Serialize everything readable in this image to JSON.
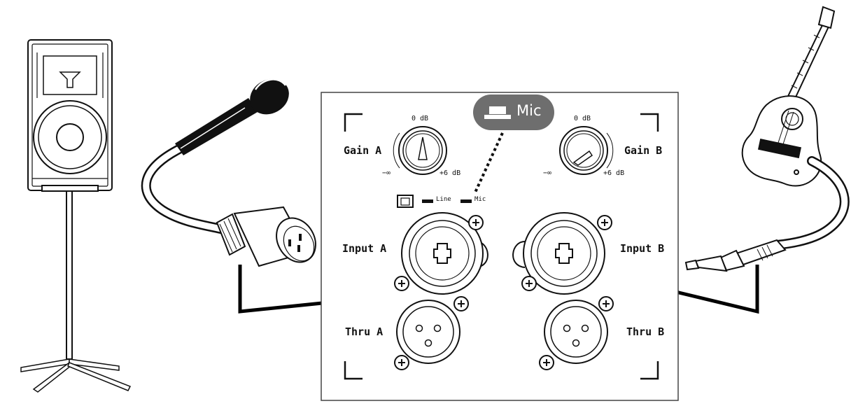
{
  "callout": {
    "label": "Mic",
    "icon": "switch-pressed-icon"
  },
  "panel": {
    "gain_a": {
      "label": "Gain A",
      "top": "0 dB",
      "left": "−∞",
      "right": "+6 dB"
    },
    "gain_b": {
      "label": "Gain B",
      "top": "0 dB",
      "left": "−∞",
      "right": "+6 dB"
    },
    "switch": {
      "line": "Line",
      "mic": "Mic"
    },
    "input_a": "Input A",
    "input_b": "Input B",
    "thru_a": "Thru A",
    "thru_b": "Thru B"
  },
  "icons": {
    "speaker": "speaker-on-stand-icon",
    "microphone": "microphone-icon",
    "guitar": "acoustic-guitar-icon",
    "xlr_plug": "xlr-plug-icon",
    "jack_plug": "quarter-inch-jack-icon"
  }
}
